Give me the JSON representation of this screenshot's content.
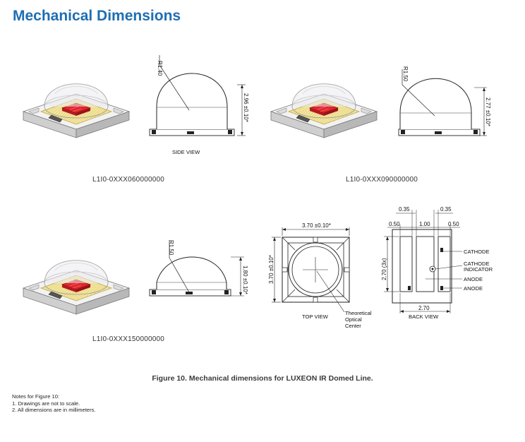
{
  "page": {
    "title": "Mechanical Dimensions",
    "caption": "Figure 10. Mechanical dimensions for LUXEON IR Domed Line.",
    "notes": {
      "heading": "Notes for Figure 10:",
      "items": [
        "1.  Drawings are not to scale.",
        "2.  All dimensions are in millimeters."
      ]
    }
  },
  "parts": [
    {
      "part_number": "L1I0-0XXX060000000",
      "radius": "R1.40",
      "height": "2.96 ±0.10*",
      "view_label": "SIDE VIEW"
    },
    {
      "part_number": "L1I0-0XXX090000000",
      "radius": "R1.50",
      "height": "2.77 ±0.10*"
    },
    {
      "part_number": "L1I0-0XXX150000000",
      "radius": "R1.50",
      "height": "1.80 ±0.10*"
    }
  ],
  "top_view": {
    "label": "TOP VIEW",
    "width": "3.70 ±0.10*",
    "height": "3.70 ±0.10*",
    "optical_center": [
      "Theoretical",
      "Optical",
      "Center"
    ]
  },
  "back_view": {
    "label": "BACK VIEW",
    "top_dims": [
      "0.35",
      "0.35"
    ],
    "mid_dims": [
      "0.50",
      "1.00",
      "0.50"
    ],
    "pad_height": "2.70 (3x)",
    "width": "2.70",
    "callouts": [
      "CATHODE",
      "CATHODE",
      "INDICATOR",
      "ANODE",
      "ANODE"
    ]
  }
}
